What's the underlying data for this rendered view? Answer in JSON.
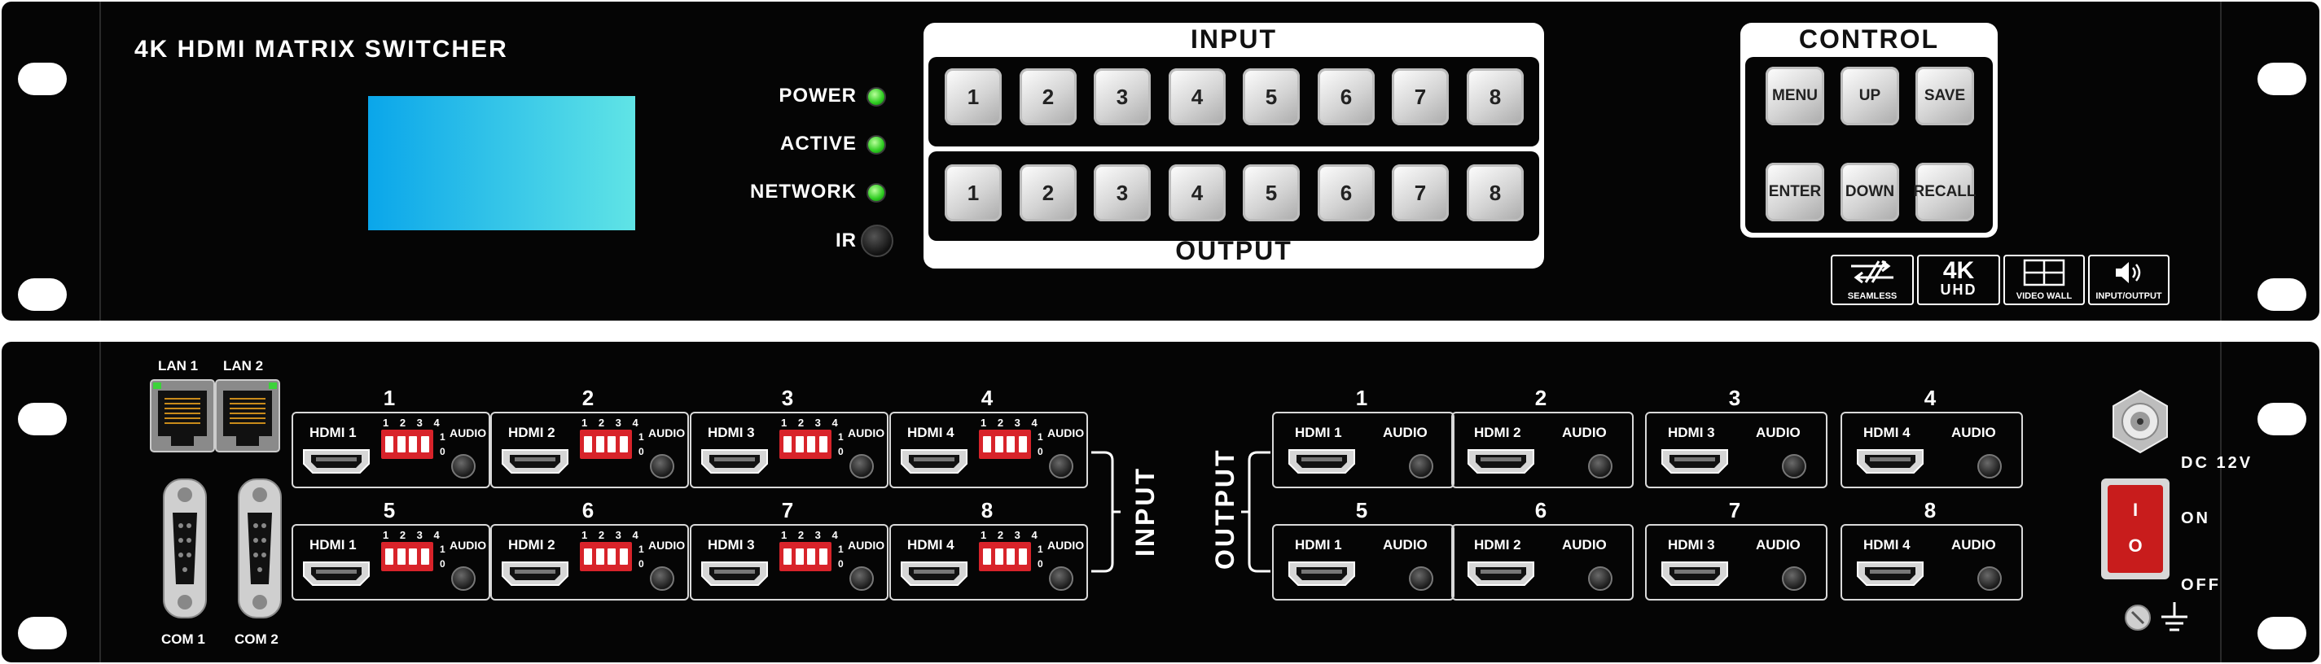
{
  "front": {
    "title": "4K HDMI MATRIX SWITCHER",
    "indicators": [
      {
        "label": "POWER",
        "state": "on"
      },
      {
        "label": "ACTIVE",
        "state": "on"
      },
      {
        "label": "NETWORK",
        "state": "on"
      },
      {
        "label": "IR",
        "state": "sensor"
      }
    ],
    "input_panel": {
      "title": "INPUT",
      "keys": [
        "1",
        "2",
        "3",
        "4",
        "5",
        "6",
        "7",
        "8"
      ]
    },
    "output_panel": {
      "title": "OUTPUT",
      "keys": [
        "1",
        "2",
        "3",
        "4",
        "5",
        "6",
        "7",
        "8"
      ]
    },
    "control_panel": {
      "title": "CONTROL",
      "keys": [
        "MENU",
        "UP",
        "SAVE",
        "ENTER",
        "DOWN",
        "RECALL"
      ]
    },
    "features": [
      {
        "icon": "seamless-icon",
        "caption": "SEAMLESS"
      },
      {
        "icon": "4k-uhd-icon",
        "main": "4K",
        "sub": "UHD"
      },
      {
        "icon": "video-wall-icon",
        "caption": "VIDEO WALL"
      },
      {
        "icon": "speaker-icon",
        "caption": "INPUT/OUTPUT"
      }
    ],
    "lcd_color": "#1ab4ea"
  },
  "rear": {
    "lan": [
      "LAN 1",
      "LAN 2"
    ],
    "com": [
      "COM 1",
      "COM 2"
    ],
    "input_ports": [
      {
        "num": "1",
        "hdmi": "HDMI 1",
        "audio": "AUDIO"
      },
      {
        "num": "2",
        "hdmi": "HDMI 2",
        "audio": "AUDIO"
      },
      {
        "num": "3",
        "hdmi": "HDMI 3",
        "audio": "AUDIO"
      },
      {
        "num": "4",
        "hdmi": "HDMI 4",
        "audio": "AUDIO"
      },
      {
        "num": "5",
        "hdmi": "HDMI 1",
        "audio": "AUDIO"
      },
      {
        "num": "6",
        "hdmi": "HDMI 2",
        "audio": "AUDIO"
      },
      {
        "num": "7",
        "hdmi": "HDMI 3",
        "audio": "AUDIO"
      },
      {
        "num": "8",
        "hdmi": "HDMI 4",
        "audio": "AUDIO"
      }
    ],
    "dip_numbers": "1 2 3 4",
    "dip_one": "1",
    "dip_zero": "0",
    "input_label": "INPUT",
    "output_label": "OUTPUT",
    "output_ports": [
      {
        "num": "1",
        "hdmi": "HDMI 1",
        "audio": "AUDIO"
      },
      {
        "num": "2",
        "hdmi": "HDMI 2",
        "audio": "AUDIO"
      },
      {
        "num": "3",
        "hdmi": "HDMI 3",
        "audio": "AUDIO"
      },
      {
        "num": "4",
        "hdmi": "HDMI 4",
        "audio": "AUDIO"
      },
      {
        "num": "5",
        "hdmi": "HDMI 1",
        "audio": "AUDIO"
      },
      {
        "num": "6",
        "hdmi": "HDMI 2",
        "audio": "AUDIO"
      },
      {
        "num": "7",
        "hdmi": "HDMI 3",
        "audio": "AUDIO"
      },
      {
        "num": "8",
        "hdmi": "HDMI 4",
        "audio": "AUDIO"
      }
    ],
    "dc_label": "DC 12V",
    "switch_on": "ON",
    "switch_off": "OFF",
    "switch_on_mark": "I",
    "switch_off_mark": "O",
    "dip_color": "#d8232a"
  }
}
